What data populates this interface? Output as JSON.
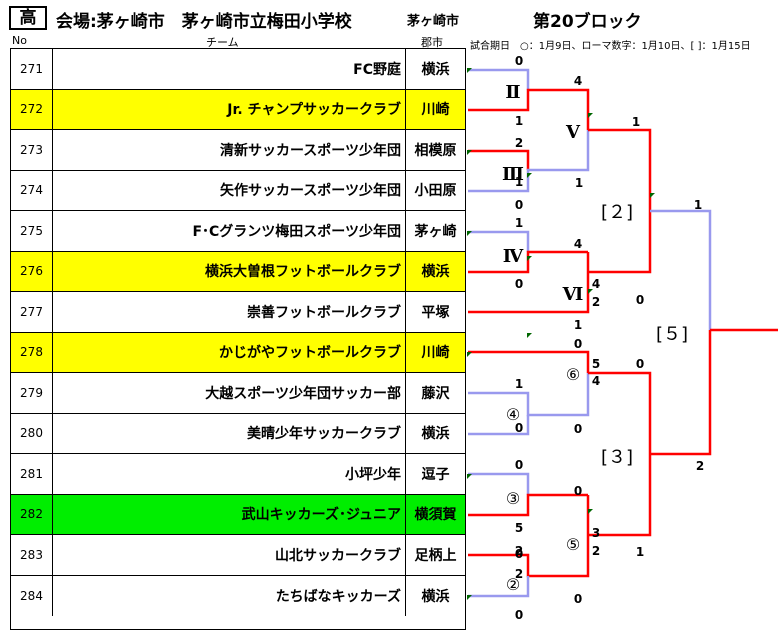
{
  "header": {
    "grade": "高",
    "venue": "会場:茅ヶ崎市　茅ヶ崎市立梅田小学校",
    "city": "茅ヶ崎市",
    "block": "第20ブロック",
    "col_no": "No",
    "col_team": "チーム",
    "col_city": "郡市",
    "note": "試合期日　○：1月9日、ローマ数字：1月10日、[ ]：1月15日"
  },
  "teams": [
    {
      "no": "271",
      "name": "FC野庭",
      "city": "横浜",
      "highlight": "none"
    },
    {
      "no": "272",
      "name": "Jr. チャンプサッカークラブ",
      "city": "川崎",
      "highlight": "yellow"
    },
    {
      "no": "273",
      "name": "清新サッカースポーツ少年団",
      "city": "相模原",
      "highlight": "none"
    },
    {
      "no": "274",
      "name": "矢作サッカースポーツ少年団",
      "city": "小田原",
      "highlight": "none"
    },
    {
      "no": "275",
      "name": "F･Cグランツ梅田スポーツ少年団",
      "city": "茅ヶ崎",
      "highlight": "none"
    },
    {
      "no": "276",
      "name": "横浜大曽根フットボールクラブ",
      "city": "横浜",
      "highlight": "yellow"
    },
    {
      "no": "277",
      "name": "崇善フットボールクラブ",
      "city": "平塚",
      "highlight": "none"
    },
    {
      "no": "278",
      "name": "かじがやフットボールクラブ",
      "city": "川崎",
      "highlight": "yellow"
    },
    {
      "no": "279",
      "name": "大越スポーツ少年団サッカー部",
      "city": "藤沢",
      "highlight": "none"
    },
    {
      "no": "280",
      "name": "美晴少年サッカークラブ",
      "city": "横浜",
      "highlight": "none"
    },
    {
      "no": "281",
      "name": "小坪少年",
      "city": "逗子",
      "highlight": "none"
    },
    {
      "no": "282",
      "name": "武山キッカーズ･ジュニア",
      "city": "横須賀",
      "highlight": "green"
    },
    {
      "no": "283",
      "name": "山北サッカークラブ",
      "city": "足柄上",
      "highlight": "none"
    },
    {
      "no": "284",
      "name": "たちばなキッカーズ",
      "city": "横浜",
      "highlight": "none"
    }
  ],
  "colors": {
    "win": "#ff0000",
    "lose": "#9999ee",
    "yellow": "#ffff00",
    "green": "#00ee00",
    "tick": "#006600"
  },
  "matches": {
    "round_labels": [
      "Ⅱ",
      "Ⅲ",
      "Ⅳ",
      "Ⅴ",
      "Ⅵ"
    ],
    "circle_labels": [
      "⑥",
      "④",
      "③",
      "⑤",
      "②"
    ],
    "bracket_labels": [
      "[２]",
      "[５]",
      "[３]"
    ],
    "scores": [
      "0",
      "1",
      "2",
      "1",
      "1",
      "0",
      "4",
      "4",
      "1",
      "1",
      "0",
      "4",
      "2",
      "1",
      "0",
      "1",
      "0",
      "0",
      "5",
      "4",
      "0",
      "0",
      "5",
      "0",
      "0",
      "3",
      "2",
      "1",
      "2",
      "0",
      "2",
      "0",
      "1",
      "0",
      "2"
    ]
  }
}
